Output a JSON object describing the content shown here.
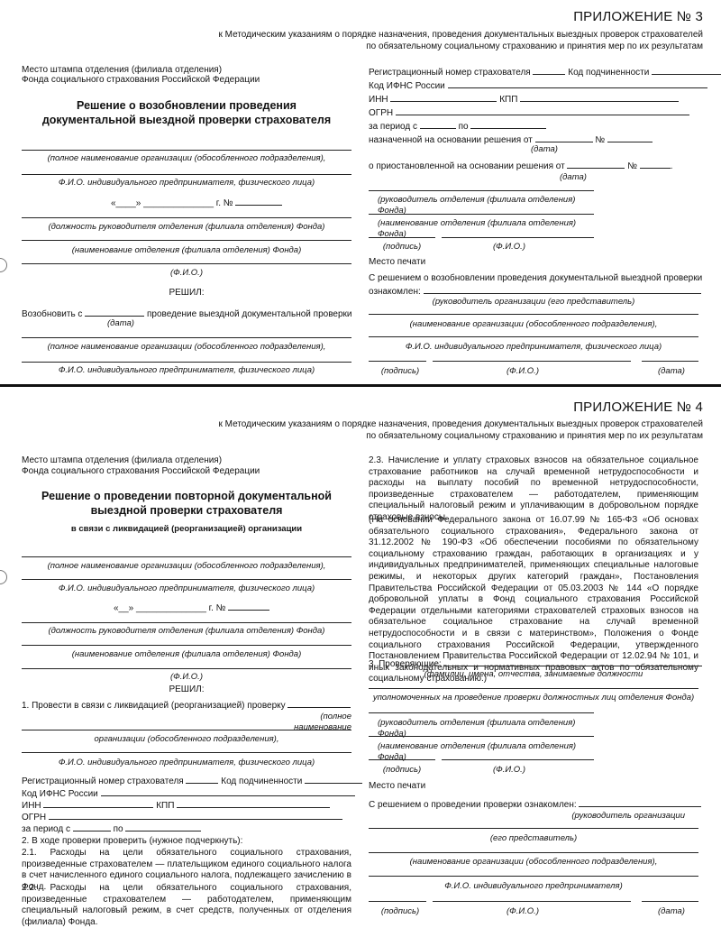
{
  "common": {
    "appendix_sub1": "к Методическим указаниям о порядке назначения, проведения документальных выездных проверок страхователей",
    "appendix_sub2": "по обязательному социальному страхованию  и принятия мер по их результатам",
    "stamp1": "Место штампа отделения (филиала отделения)",
    "stamp2": "Фонда социального страхования Российской Федерации",
    "cap_org": "(полное наименование организации (обособленного подразделения),",
    "cap_fio_ip": "Ф.И.О. индивидуального предпринимателя, физического лица)",
    "cap_position": "(должность руководителя отделения (филиала отделения) Фонда)",
    "cap_branch": "(наименование отделения (филиала отделения) Фонда)",
    "cap_fio": "(Ф.И.О.)",
    "decided": "РЕШИЛ:",
    "reg_num": "Регистрационный номер страхователя",
    "sub_code": "Код подчиненности",
    "ifns": "Код ИФНС России",
    "inn": "ИНН",
    "kpp": "КПП",
    "ogrn": "ОГРН",
    "period_from": "за период с",
    "period_to": "по",
    "cap_head": "(руководитель отделения (филиала отделения) Фонда)",
    "cap_branch2": "(наименование отделения (филиала отделения) Фонда)",
    "cap_sign": "(подпись)",
    "cap_fio2": "(Ф.И.О.)",
    "stamp_place": "Место печати",
    "cap_date": "(дата)"
  },
  "sec3": {
    "appendix": "ПРИЛОЖЕНИЕ № 3",
    "title1": "Решение о возобновлении проведения",
    "title2": "документальной выездной проверки страхователя",
    "date_no": "«____» ______________ г. №",
    "resume": "Возобновить с",
    "resume_rest": "проведение выездной документальной проверки",
    "based_on": "назначенной на основании решения от",
    "num_sign": "№",
    "suspended": "о приостановленной на основании решения от",
    "acq1": "С решением о возобновлении  проведения документальной выездной проверки",
    "acq2": "ознакомлен:",
    "cap_org_head": "(руководитель организации (его представитель)",
    "cap_org_name": "(наименование организации (обособленного подразделения),",
    "cap_ip": "Ф.И.О. индивидуального предпринимателя, физического лица)"
  },
  "sec4": {
    "appendix": "ПРИЛОЖЕНИЕ № 4",
    "title1": "Решение о проведении повторной документальной",
    "title2": "выездной проверки страхователя",
    "title3": "в связи с ликвидацией (реорганизацией) организации",
    "date_no": "«__» ______________ г. №",
    "item1": "1. Провести в связи с ликвидацией (реорганизацией) проверку",
    "cap_full_name": "(полное наименование",
    "cap_org_cont": "организации (обособленного подразделения),",
    "item2": "2. В ходе проверки проверить (нужное подчеркнуть):",
    "p21": "2.1. Расходы на цели обязательного социального страхования, произведенные страхователем — плательщиком единого социального налога в счет начисленного единого социального налога, подлежащего зачислению в Фонд.",
    "p22": "2.2. Расходы на цели обязательного социального страхования, произведенные страхователем — работодателем, применяющим специальный налоговый режим, в счет средств, полученных от отделения (филиала) Фонда.",
    "p23": "2.3. Начисление и уплату страховых взносов на обязательное социальное страхование работников на случай временной нетрудоспособности и расходы на выплату пособий по временной нетрудоспособности, произведенные страхователем — работодателем, применяющим специальный налоговый режим и уплачивающим в добровольном порядке страховые взносы.",
    "p_law": "(На основании Федерального закона от 16.07.99 № 165-ФЗ «Об основах обязательного социального страхования», Федерального закона от 31.12.2002 № 190-ФЗ «Об обеспечении пособиями по обязательному социальному страхованию граждан, работающих в организациях и у индивидуальных предпринимателей, применяющих специальные налоговые режимы, и некоторых других категорий граждан», Постановления Правительства Российской Федерации от 05.03.2003 № 144 «О порядке добровольной уплаты в Фонд социального страхования Российской Федерации отдельными категориями страхователей страховых взносов на обязательное социальное страхование на случай временной нетрудоспособности и в связи с материнством», Положения о Фонде социального страхования Российской Федерации, утвержденного Постановлением Правительства Российской Федерации от 12.02.94 № 101, и иных законодательных и нормативных правовых актов по обязательному социальному страхованию.)",
    "item3": "3. Проверяющие:",
    "cap_inspectors": "(фамилии, имена, отчества, занимаемые должности",
    "cap_authorized": "уполномоченных на проведение проверки должностных лиц отделения Фонда)",
    "acq": "С решением о проведении проверки ознакомлен:",
    "cap_org_head": "(руководитель организации",
    "cap_rep": "(его представитель)",
    "cap_org_name": "(наименование организации (обособленного подразделения),",
    "cap_ip": "Ф.И.О. индивидуального предпринимателя)"
  }
}
